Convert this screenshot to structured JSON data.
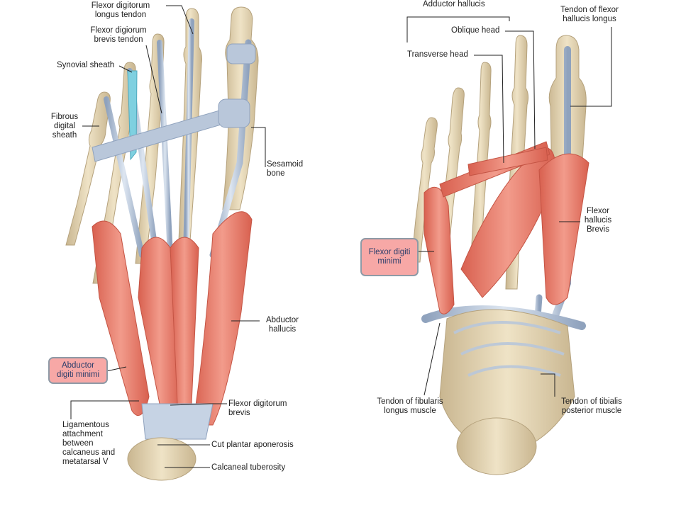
{
  "colors": {
    "bone": "#e3d5b4",
    "bone_shadow": "#c9b690",
    "tendon": "#b9c7da",
    "tendon_dark": "#8fa2bd",
    "muscle": "#ec8a7a",
    "muscle_dark": "#d8604f",
    "sheath": "#7fd0e0",
    "highlight_box": "#f7a8a6",
    "leader": "#222222"
  },
  "left_figure": {
    "labels": {
      "fdl_tendon": "Flexor digitorum\nlongus tendon",
      "fdb_tendon": "Flexor digiorum\nbrevis tendon",
      "synovial_sheath": "Synovial sheath",
      "fibrous_sheath": "Fibrous\ndigital\nsheath",
      "sesamoid": "Sesamoid\nbone",
      "abductor_hallucis": "Abductor\nhallucis",
      "abductor_digiti_minimi": "Abductor\ndigiti minimi",
      "fdb": "Flexor digitorum\nbrevis",
      "ligamentous": "Ligamentous\nattachment\nbetween\ncalcaneus and\nmetatarsal V",
      "cut_plantar": "Cut plantar aponerosis",
      "calcaneal_tuberosity": "Calcaneal tuberosity"
    }
  },
  "right_figure": {
    "labels": {
      "adductor_hallucis": "Adductor hallucis",
      "oblique_head": "Oblique head",
      "transverse_head": "Transverse head",
      "fhl_tendon": "Tendon of flexor\nhallucis longus",
      "flexor_digiti_minimi": "Flexor digiti\nminimi",
      "fhb": "Flexor\nhallucis\nBrevis",
      "fibularis_longus": "Tendon of fibularis\nlongus muscle",
      "tibialis_posterior": "Tendon of tibialis\nposterior muscle"
    }
  }
}
